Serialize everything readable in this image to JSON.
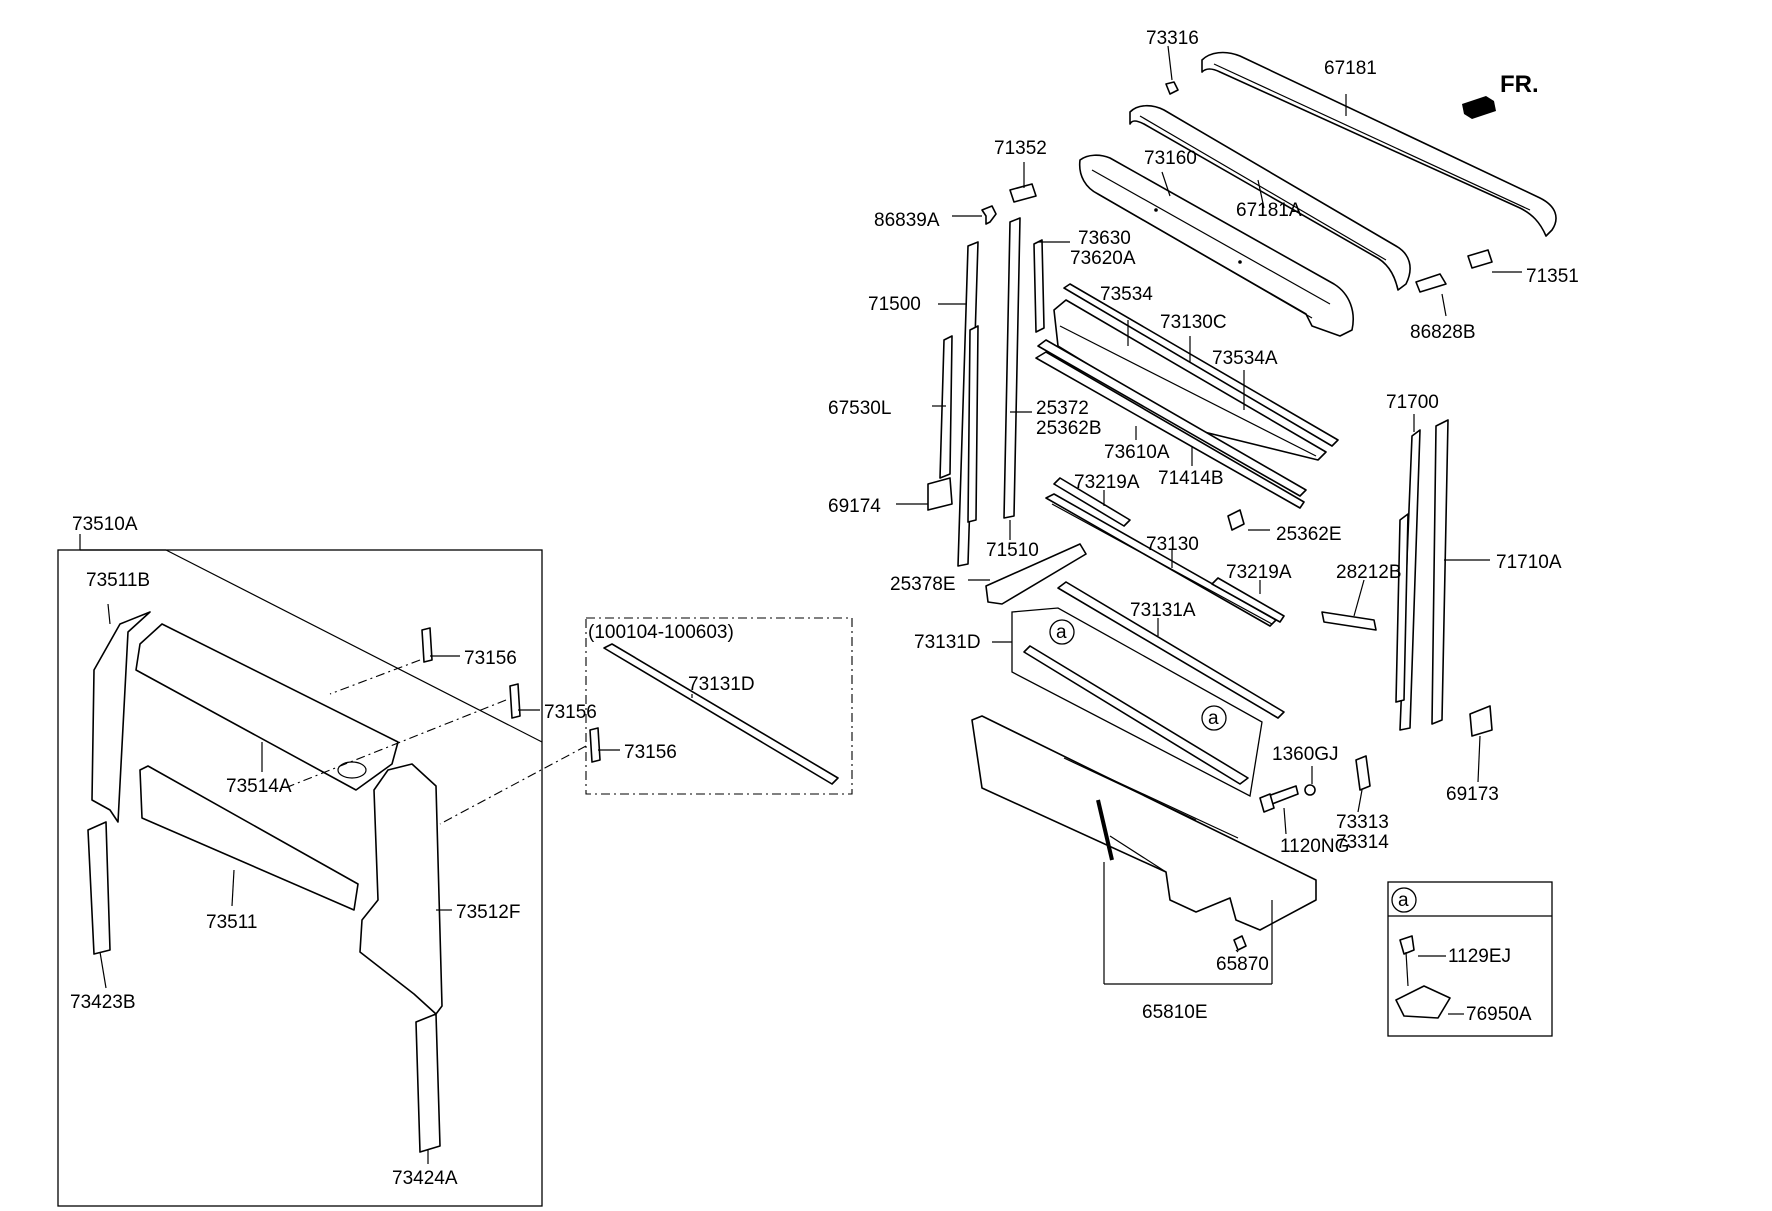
{
  "direction": {
    "label": "FR."
  },
  "group_box": {
    "label": "73510A"
  },
  "variant_box": {
    "label": "(100104-100603)"
  },
  "legend": {
    "marker": "a",
    "items": [
      "1129EJ",
      "76950A"
    ]
  },
  "markers": [
    "a",
    "a"
  ],
  "parts": {
    "p73316": "73316",
    "p67181": "67181",
    "p71352": "71352",
    "p73160": "73160",
    "p67181A": "67181A",
    "p86839A": "86839A",
    "p73630": "73630",
    "p73620A": "73620A",
    "p71351": "71351",
    "p71500": "71500",
    "p73534": "73534",
    "p73130C": "73130C",
    "p86828B": "86828B",
    "p73534A": "73534A",
    "p71700": "71700",
    "p67530L": "67530L",
    "p25372": "25372",
    "p25362B": "25362B",
    "p73610A": "73610A",
    "p71414B": "71414B",
    "p73219A_1": "73219A",
    "p69174": "69174",
    "p25362E": "25362E",
    "p71510": "71510",
    "p73130": "73130",
    "p73219A_2": "73219A",
    "p28212B": "28212B",
    "p71710A": "71710A",
    "p25378E": "25378E",
    "p73131A": "73131A",
    "p73131D_1": "73131D",
    "p73131D_2": "73131D",
    "p73511B": "73511B",
    "p73156_1": "73156",
    "p73156_2": "73156",
    "p73156_3": "73156",
    "p73514A": "73514A",
    "p73511": "73511",
    "p73512F": "73512F",
    "p73423B": "73423B",
    "p73424A": "73424A",
    "p1360GJ": "1360GJ",
    "p73313": "73313",
    "p73314": "73314",
    "p1120NG": "1120NG",
    "p69173": "69173",
    "p65870": "65870",
    "p65810E": "65810E"
  }
}
